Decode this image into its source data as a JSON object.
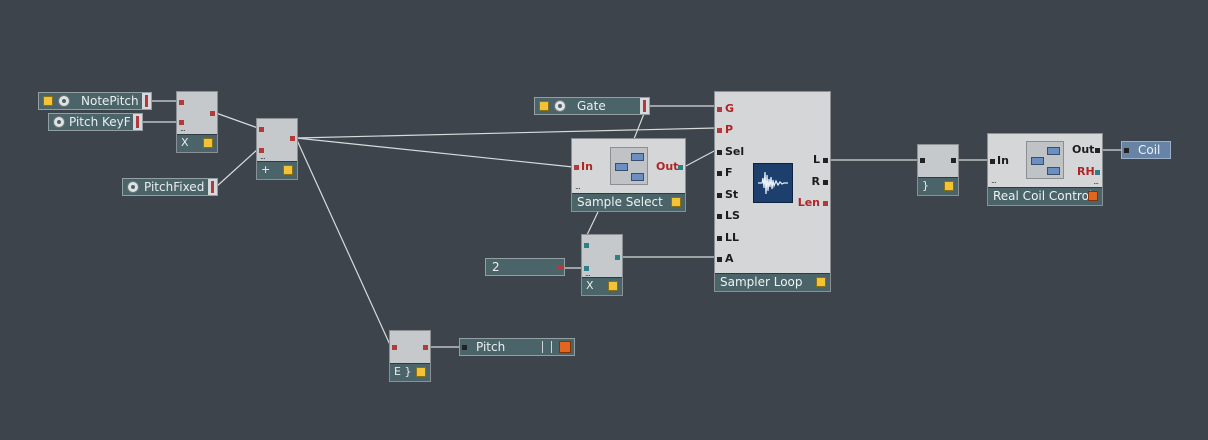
{
  "colors": {
    "background": "#3d444b",
    "wire": "#d8dadb",
    "port_red": "#b33a3a",
    "port_teal": "#2b7f86",
    "led_yellow": "#f2c335",
    "led_orange": "#e2661f",
    "panel_teal": "#4b6469",
    "coil_blue": "#6784a6"
  },
  "panels": {
    "notepitch": "NotePitch",
    "pitch_keyf": "Pitch KeyF",
    "pitch_fixed": "PitchFixed",
    "gate": "Gate",
    "constant_two": "2",
    "pitch_out": "Pitch",
    "coil": "Coil"
  },
  "ops": {
    "multiply_1": "X",
    "add": "+",
    "multiply_2": "X",
    "exp": "E }",
    "smooth": "}"
  },
  "sample_select": {
    "title": "Sample Select",
    "in_label": "In",
    "out_label": "Out"
  },
  "sampler_loop": {
    "title": "Sampler Loop",
    "inputs": [
      "G",
      "P",
      "Sel",
      "F",
      "St",
      "LS",
      "LL",
      "A"
    ],
    "outputs": [
      "L",
      "R",
      "Len"
    ]
  },
  "real_coil": {
    "title": "Real Coil Control",
    "in_label": "In",
    "out_label": "Out",
    "rh_label": "RH"
  },
  "icons": [
    "knob-icon",
    "midi-icon",
    "macro-icon",
    "waveform-icon"
  ]
}
